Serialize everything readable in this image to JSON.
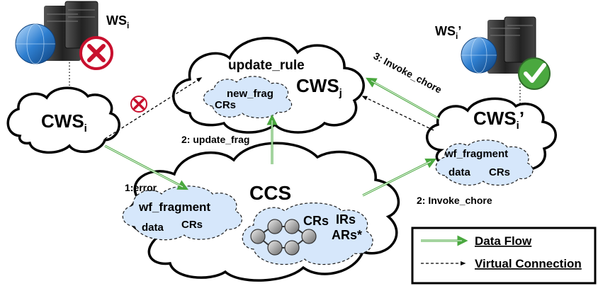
{
  "nodes": {
    "ws_i": {
      "main": "WS",
      "sub": "i"
    },
    "ws_i_prime": {
      "main": "WS",
      "sub": "i",
      "prime": "’"
    },
    "cws_i": {
      "main": "CWS",
      "sub": "i"
    },
    "cws_j": {
      "main": "CWS",
      "sub": "j"
    },
    "cws_i_prime": {
      "main": "CWS",
      "sub": "i",
      "prime": "’"
    },
    "ccs": {
      "main": "CCS"
    }
  },
  "texts": {
    "update_rule": "update_rule",
    "new_frag": "new_frag",
    "crs": "CRs",
    "wf_fragment": "wf_fragment",
    "data": "data",
    "irs": "IRs",
    "ars": "ARs*"
  },
  "edges": {
    "error": "1:error",
    "update_frag": "2: update_frag",
    "invoke_chore_2": "2: Invoke_chore",
    "invoke_chore_3": "3: Invoke_chore"
  },
  "legend": {
    "data_flow": "Data Flow",
    "virtual_connection": "Virtual Connection"
  },
  "colors": {
    "data_flow": "#4aa83f",
    "subcloud_fill": "#d6e7fb",
    "fail_badge": "#c8102e",
    "ok_badge": "#4aa83f"
  },
  "icons": {
    "ws_i": "server-failed-icon",
    "ws_i_prime": "server-ok-icon",
    "broken_link": "broken-link-icon"
  }
}
